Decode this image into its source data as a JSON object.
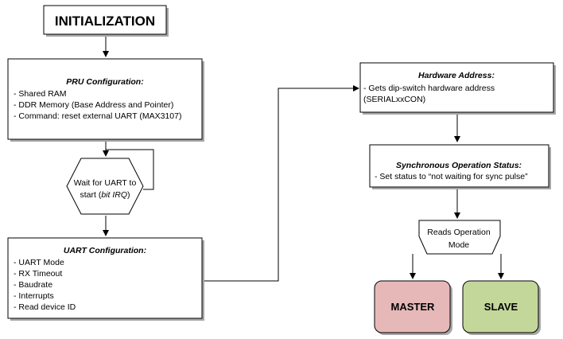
{
  "diagram": {
    "init": {
      "label": "INITIALIZATION"
    },
    "pru": {
      "heading": "PRU Configuration:",
      "lines": [
        "- Shared RAM",
        "- DDR Memory (Base Address and Pointer)",
        "- Command: reset external UART (MAX3107)"
      ]
    },
    "wait": {
      "line1": "Wait for UART to",
      "line2_prefix": "start (",
      "line2_italic": "bit IRQ",
      "line2_suffix": ")"
    },
    "uart": {
      "heading": "UART Configuration:",
      "lines": [
        "- UART Mode",
        "- RX Timeout",
        "- Baudrate",
        "- Interrupts",
        "- Read device ID"
      ]
    },
    "hw": {
      "heading": "Hardware Address:",
      "lines": [
        "- Gets dip-switch hardware address",
        "(SERIALxxCON)"
      ]
    },
    "sync": {
      "heading": "Synchronous Operation Status:",
      "lines": [
        "- Set status to “not waiting for sync pulse”"
      ]
    },
    "reads": {
      "line1": "Reads Operation",
      "line2": "Mode"
    },
    "master": {
      "label": "MASTER",
      "color": "#e6b9b8"
    },
    "slave": {
      "label": "SLAVE",
      "color": "#c4d79b"
    }
  }
}
